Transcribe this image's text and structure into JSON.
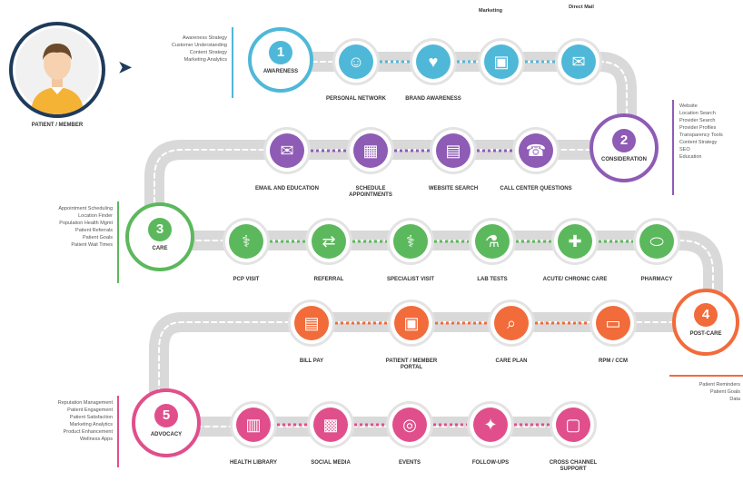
{
  "colors": {
    "road": "#d9d9d9",
    "road_dash": "#ffffff",
    "blue": "#4fb8d8",
    "purple": "#8e5bb5",
    "green": "#5cb85c",
    "orange": "#f26b3a",
    "pink": "#e04f8c",
    "navy": "#1f3b5a"
  },
  "patient": {
    "label": "PATIENT / MEMBER",
    "icon": "patient-avatar-icon"
  },
  "top_labels": [
    "Marketing",
    "Direct Mail"
  ],
  "stages": [
    {
      "num": "1",
      "name": "AWARENESS",
      "color": "#4fb8d8",
      "side": [
        "Awareness Strategy",
        "Customer Understanding",
        "Content Strategy",
        "Marketing Analytics"
      ],
      "steps": [
        {
          "label": "PERSONAL NETWORK",
          "icon": "person-icon"
        },
        {
          "label": "BRAND AWARENESS",
          "icon": "heart-icon"
        },
        {
          "label": "",
          "icon": "tv-icon"
        },
        {
          "label": "",
          "icon": "mail-icon"
        }
      ]
    },
    {
      "num": "2",
      "name": "CONSIDERATION",
      "color": "#8e5bb5",
      "side": [
        "Website",
        "Location Search",
        "Provider Search",
        "Provider Profiles",
        "Transparency Tools",
        "Content Strategy",
        "SEO",
        "Education"
      ],
      "steps": [
        {
          "label": "EMAIL AND EDUCATION",
          "icon": "email-icon"
        },
        {
          "label": "SCHEDULE APPOINTMENTS",
          "icon": "calendar-icon"
        },
        {
          "label": "WEBSITE SEARCH",
          "icon": "website-icon"
        },
        {
          "label": "CALL CENTER QUESTIONS",
          "icon": "call-center-icon"
        }
      ]
    },
    {
      "num": "3",
      "name": "CARE",
      "color": "#5cb85c",
      "side": [
        "Appointment Scheduling",
        "Location Finder",
        "Population Health Mgmt",
        "Patient Referrals",
        "Patient Goals",
        "Patient Wait Times"
      ],
      "steps": [
        {
          "label": "PCP VISIT",
          "icon": "doctor-icon"
        },
        {
          "label": "REFERRAL",
          "icon": "referral-icon"
        },
        {
          "label": "SPECIALIST VISIT",
          "icon": "specialist-icon"
        },
        {
          "label": "LAB TESTS",
          "icon": "lab-flask-icon"
        },
        {
          "label": "ACUTE/ CHRONIC CARE",
          "icon": "nurse-icon"
        },
        {
          "label": "PHARMACY",
          "icon": "pills-icon"
        }
      ]
    },
    {
      "num": "4",
      "name": "POST-CARE",
      "color": "#f26b3a",
      "side": [
        "Patient Reminders",
        "Patient Goals",
        "Data"
      ],
      "steps": [
        {
          "label": "BILL PAY",
          "icon": "bill-icon"
        },
        {
          "label": "PATIENT / MEMBER PORTAL",
          "icon": "portal-icon"
        },
        {
          "label": "CARE PLAN",
          "icon": "care-plan-icon"
        },
        {
          "label": "RPM / CCM",
          "icon": "monitor-icon"
        }
      ]
    },
    {
      "num": "5",
      "name": "ADVOCACY",
      "color": "#e04f8c",
      "side": [
        "Reputation Management",
        "Patient Engagement",
        "Patient Satisfaction",
        "Marketing Analytics",
        "Product Enhancement",
        "Wellness Apps"
      ],
      "steps": [
        {
          "label": "HEALTH LIBRARY",
          "icon": "library-icon"
        },
        {
          "label": "SOCIAL MEDIA",
          "icon": "social-media-icon"
        },
        {
          "label": "EVENTS",
          "icon": "globe-icon"
        },
        {
          "label": "FOLLOW-UPS",
          "icon": "network-icon"
        },
        {
          "label": "CROSS CHANNEL SUPPORT",
          "icon": "devices-icon"
        }
      ]
    }
  ]
}
